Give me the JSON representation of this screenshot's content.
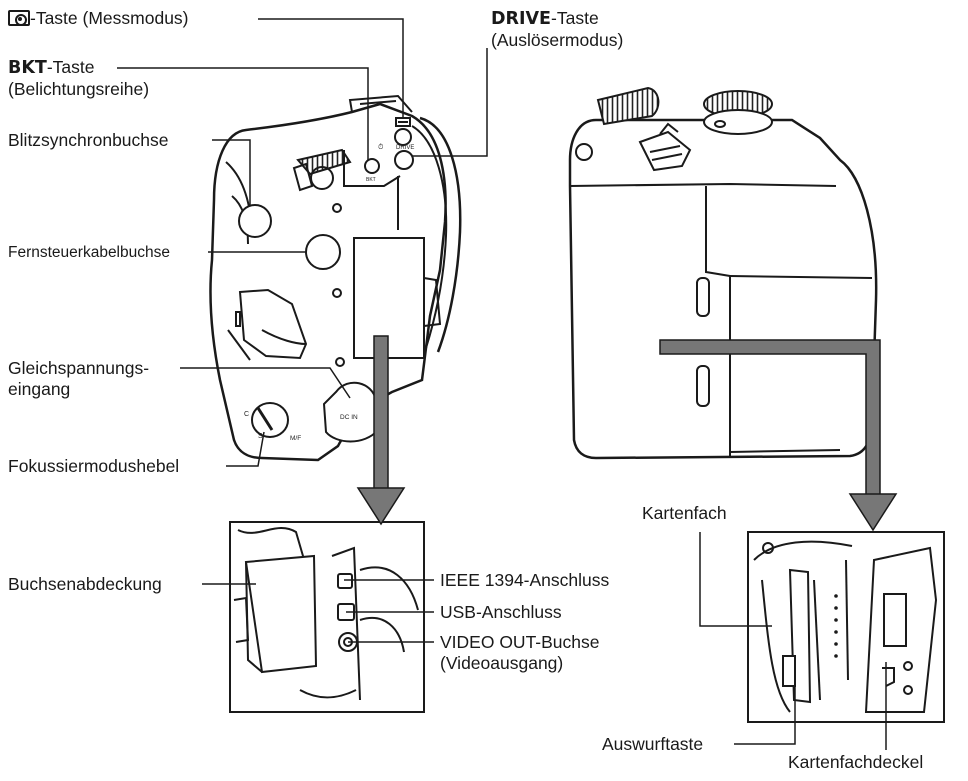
{
  "labels": {
    "metering_key": "-Taste (Messmodus)",
    "drive_word": "DRIVE",
    "drive_rest": "-Taste",
    "drive_sub": "(Auslösermodus)",
    "bkt_word": "BKT",
    "bkt_rest": "-Taste",
    "bkt_sub": "(Belichtungsreihe)",
    "flash_sync": "Blitzsynchronbuchse",
    "remote": "Fernsteuerkabelbuchse",
    "dc_line1": "Gleichspannungs-",
    "dc_line2": "eingang",
    "focus_lever": "Fokussiermodushebel",
    "cover": "Buchsenabdeckung",
    "ieee": "IEEE 1394-Anschluss",
    "usb": "USB-Anschluss",
    "video_line1": "VIDEO OUT-Buchse",
    "video_line2": "(Videoausgang)",
    "card_slot": "Kartenfach",
    "eject": "Auswurftaste",
    "card_cover": "Kartenfachdeckel"
  },
  "camera_marks": {
    "bkt": "BKT",
    "drive": "DRIVE",
    "dc_in": "DC IN",
    "mf": "M/F",
    "c": "C",
    "s": "S"
  },
  "icons": [
    "metering-icon",
    "self-timer-icon"
  ]
}
